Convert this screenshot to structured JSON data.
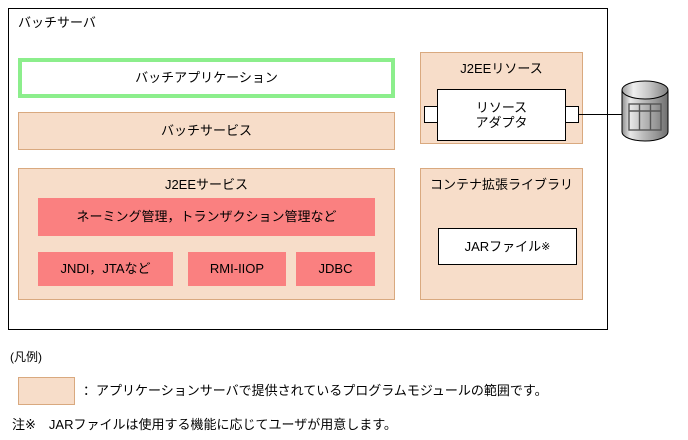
{
  "diagram": {
    "server": {
      "title": "バッチサーバ",
      "batch_application": "バッチアプリケーション",
      "batch_service": "バッチサービス",
      "j2ee_service": {
        "title": "J2EEサービス",
        "naming_tx": "ネーミング管理，トランザクション管理など",
        "items": [
          "JNDI，JTAなど",
          "RMI-IIOP",
          "JDBC"
        ]
      },
      "j2ee_resource": {
        "title": "J2EEリソース",
        "adapter_line1": "リソース",
        "adapter_line2": "アダプタ"
      },
      "container_ext_lib": {
        "title": "コンテナ拡張ライブラリ",
        "jar_file": "JARファイル",
        "jar_file_mark": "※"
      }
    },
    "database": {
      "icon": "database-cylinder-icon"
    }
  },
  "legend": {
    "heading": "(凡例)",
    "swatch_description": "：アプリケーションサーバで提供されているプログラムモジュールの範囲です。",
    "footnote": "注※　JARファイルは使用する機能に応じてユーザが用意します。"
  },
  "colors": {
    "peach_fill": "#f7ddc9",
    "peach_border": "#d9a97f",
    "salmon_fill": "#fa8080",
    "green_border": "#8cee8c",
    "frame_border": "#000000"
  }
}
